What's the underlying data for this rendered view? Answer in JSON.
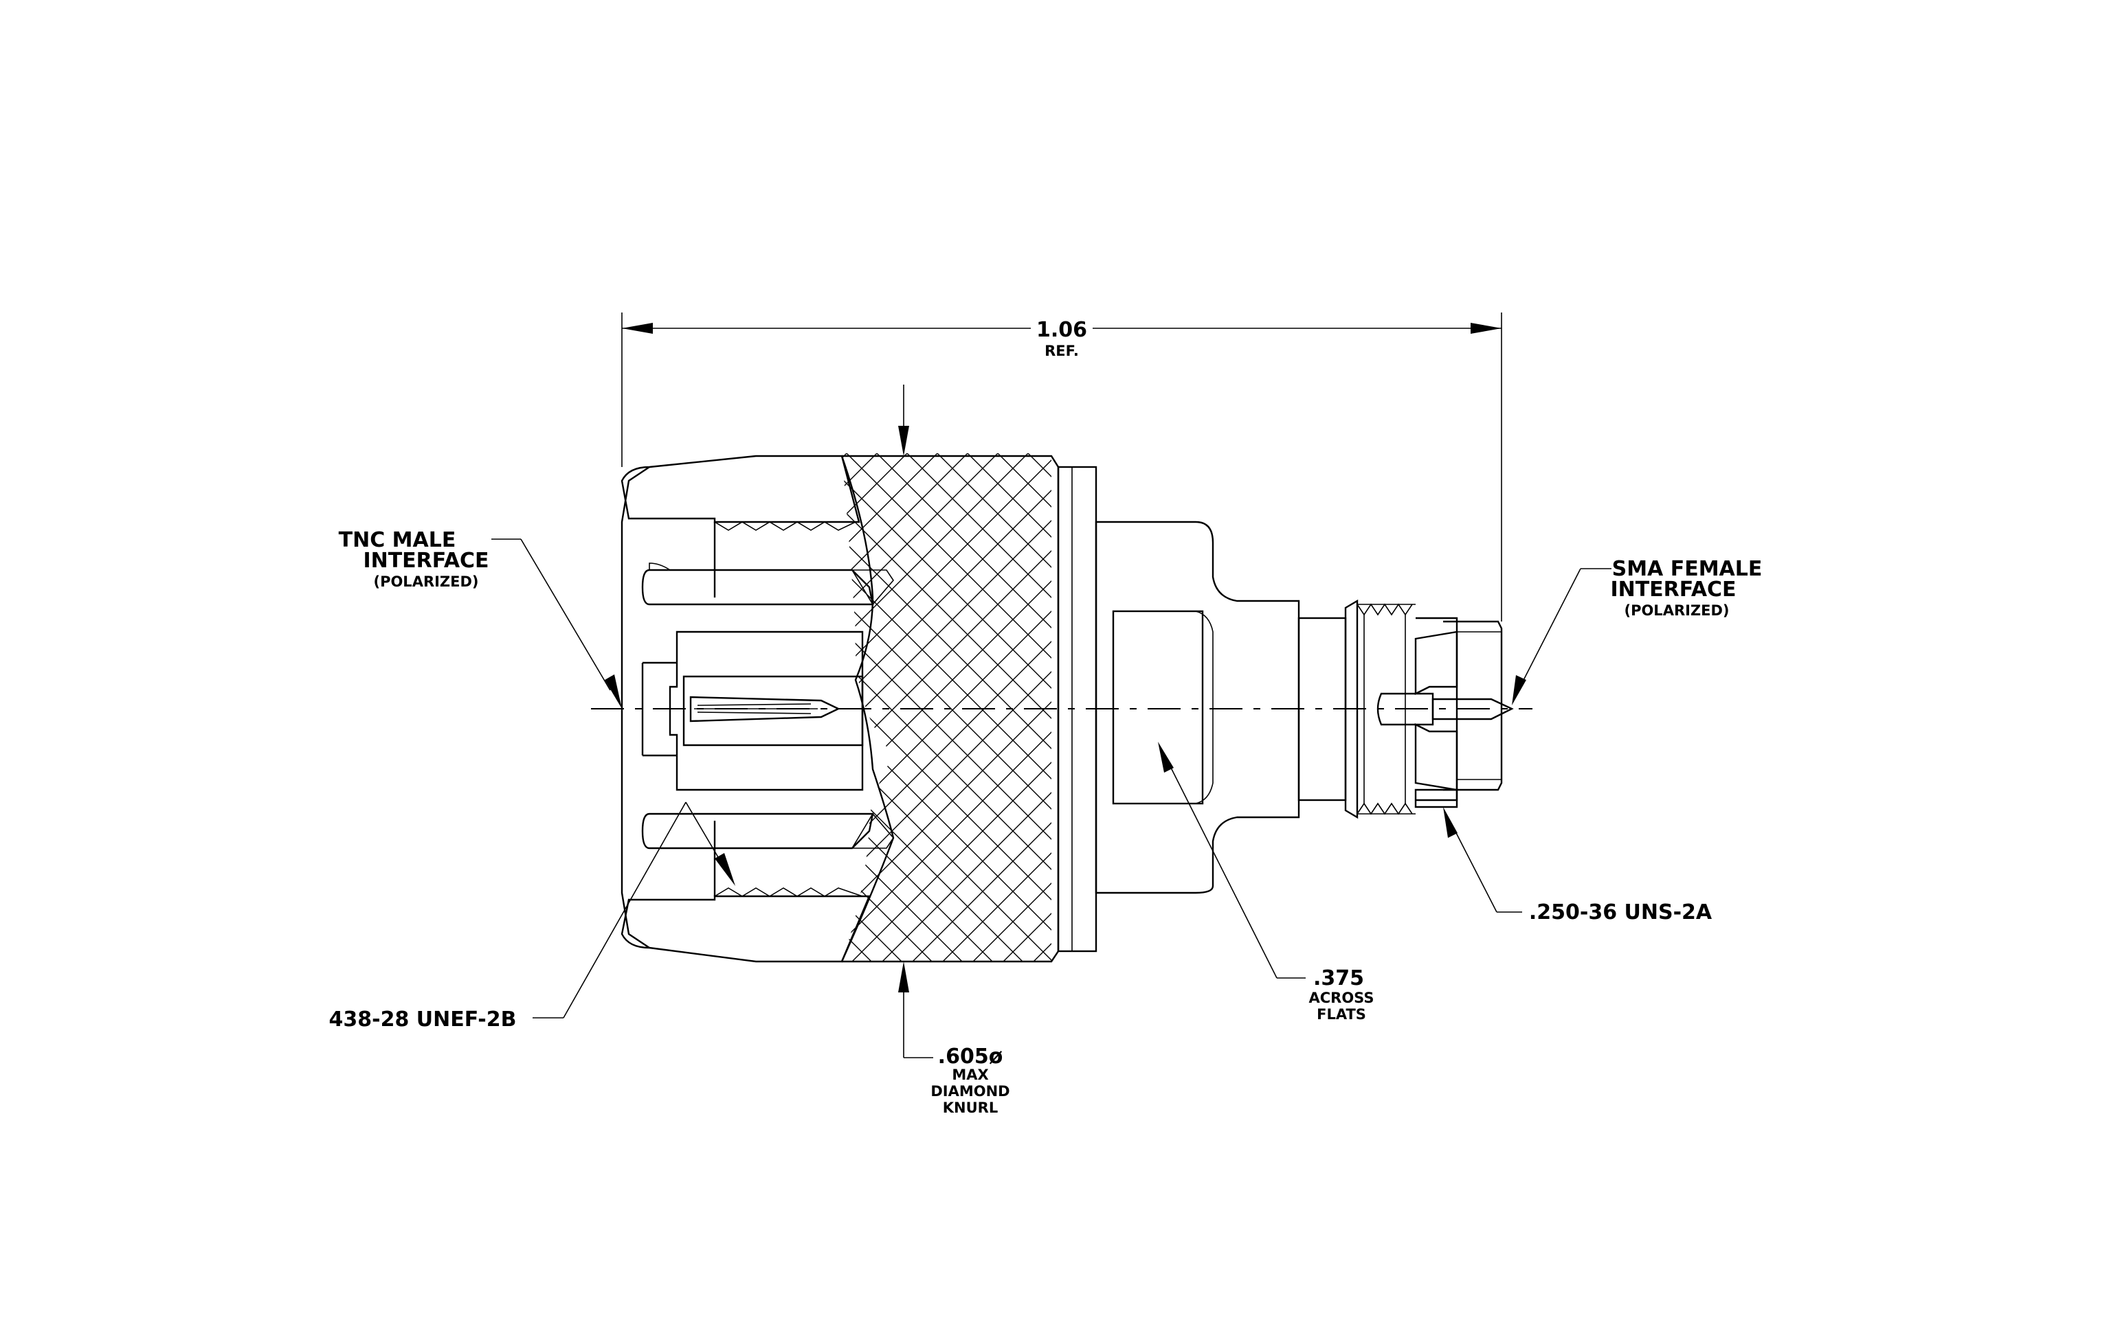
{
  "drawing": {
    "overall_length": {
      "value": "1.06",
      "note": "REF."
    },
    "tnc_interface": {
      "line1": "TNC MALE",
      "line2": "INTERFACE",
      "line3": "(POLARIZED)"
    },
    "sma_interface": {
      "line1": "SMA FEMALE",
      "line2": "INTERFACE",
      "line3": "(POLARIZED)"
    },
    "tnc_thread": "438-28 UNEF-2B",
    "sma_thread": ".250-36 UNS-2A",
    "knurl": {
      "value": ".605ø",
      "line1": "MAX",
      "line2": "DIAMOND",
      "line3": "KNURL"
    },
    "hex": {
      "value": ".375",
      "line1": "ACROSS",
      "line2": "FLATS"
    }
  },
  "colors": {
    "line": "#000000",
    "background": "#ffffff"
  }
}
